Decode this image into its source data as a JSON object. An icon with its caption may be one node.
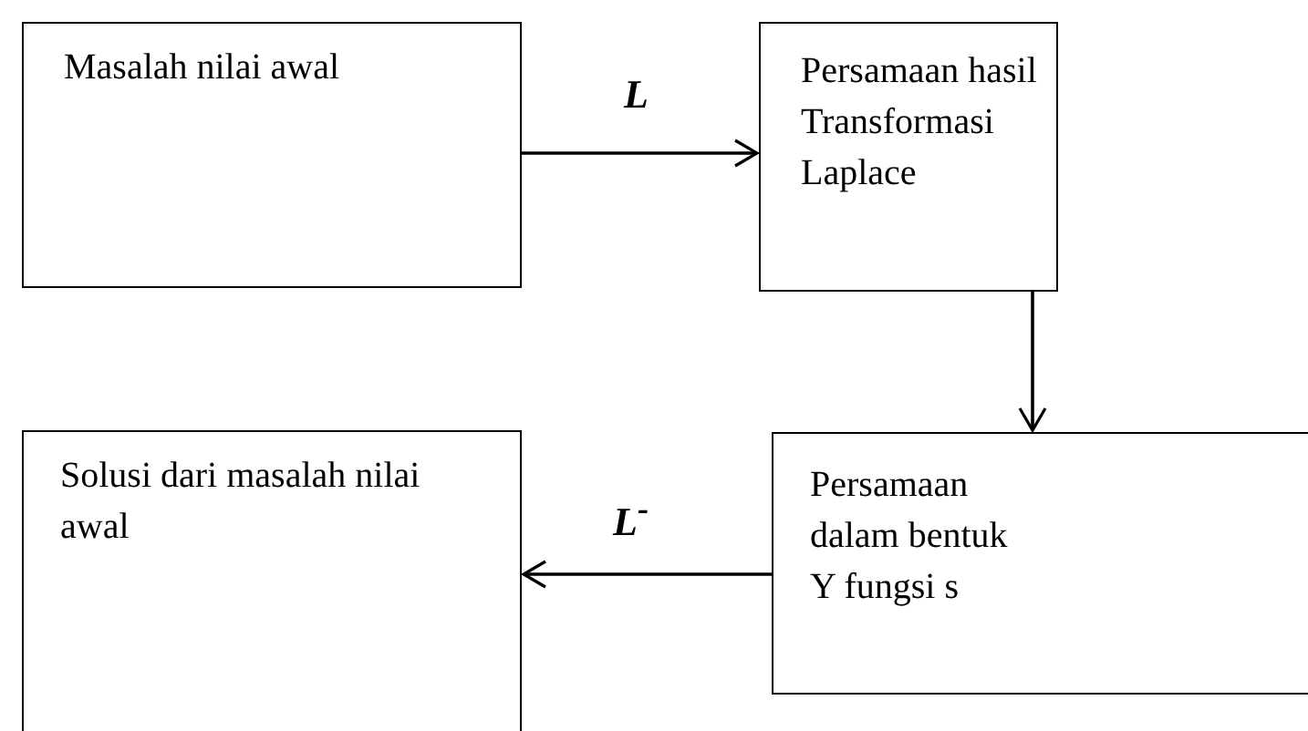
{
  "diagram": {
    "nodes": [
      {
        "text": [
          "Masalah nilai awal"
        ]
      },
      {
        "text": [
          "Persamaan hasil Transformasi Laplace"
        ]
      },
      {
        "text": [
          "Persamaan dalam bentuk Y fungsi s"
        ]
      },
      {
        "text": [
          "Solusi dari masalah nilai awal"
        ]
      }
    ],
    "edges": [
      {
        "from": 0,
        "to": 1,
        "arrow": "to",
        "label": "L"
      },
      {
        "from": 1,
        "to": 2,
        "arrow": "to"
      },
      {
        "from": 2,
        "to": 3,
        "arrow": "to",
        "label": "L$^{-}$"
      }
    ]
  }
}
